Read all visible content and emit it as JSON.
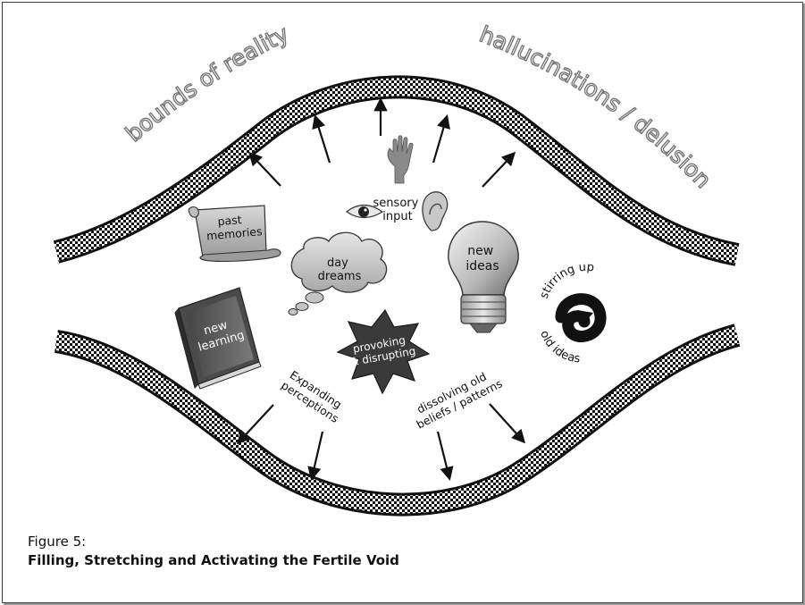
{
  "labels": {
    "bounds": "bounds of reality",
    "hallucinations": "hallucinations / delusions",
    "sensory_line1": "sensory",
    "sensory_line2": "input",
    "past_line1": "past",
    "past_line2": "memories",
    "day_line1": "day",
    "day_line2": "dreams",
    "ideas_line1": "new",
    "ideas_line2": "ideas",
    "learning_line1": "new",
    "learning_line2": "learning",
    "provoking_line1": "provoking",
    "provoking_line2": "& disrupting",
    "stirring_top": "stirring up",
    "stirring_bottom": "old ideas",
    "expanding_line1": "Expanding",
    "expanding_line2": "perceptions",
    "dissolving_line1": "dissolving old",
    "dissolving_line2": "beliefs / patterns"
  },
  "caption": {
    "figure": "Figure 5:",
    "title": "Filling, Stretching and Activating the Fertile Void"
  }
}
